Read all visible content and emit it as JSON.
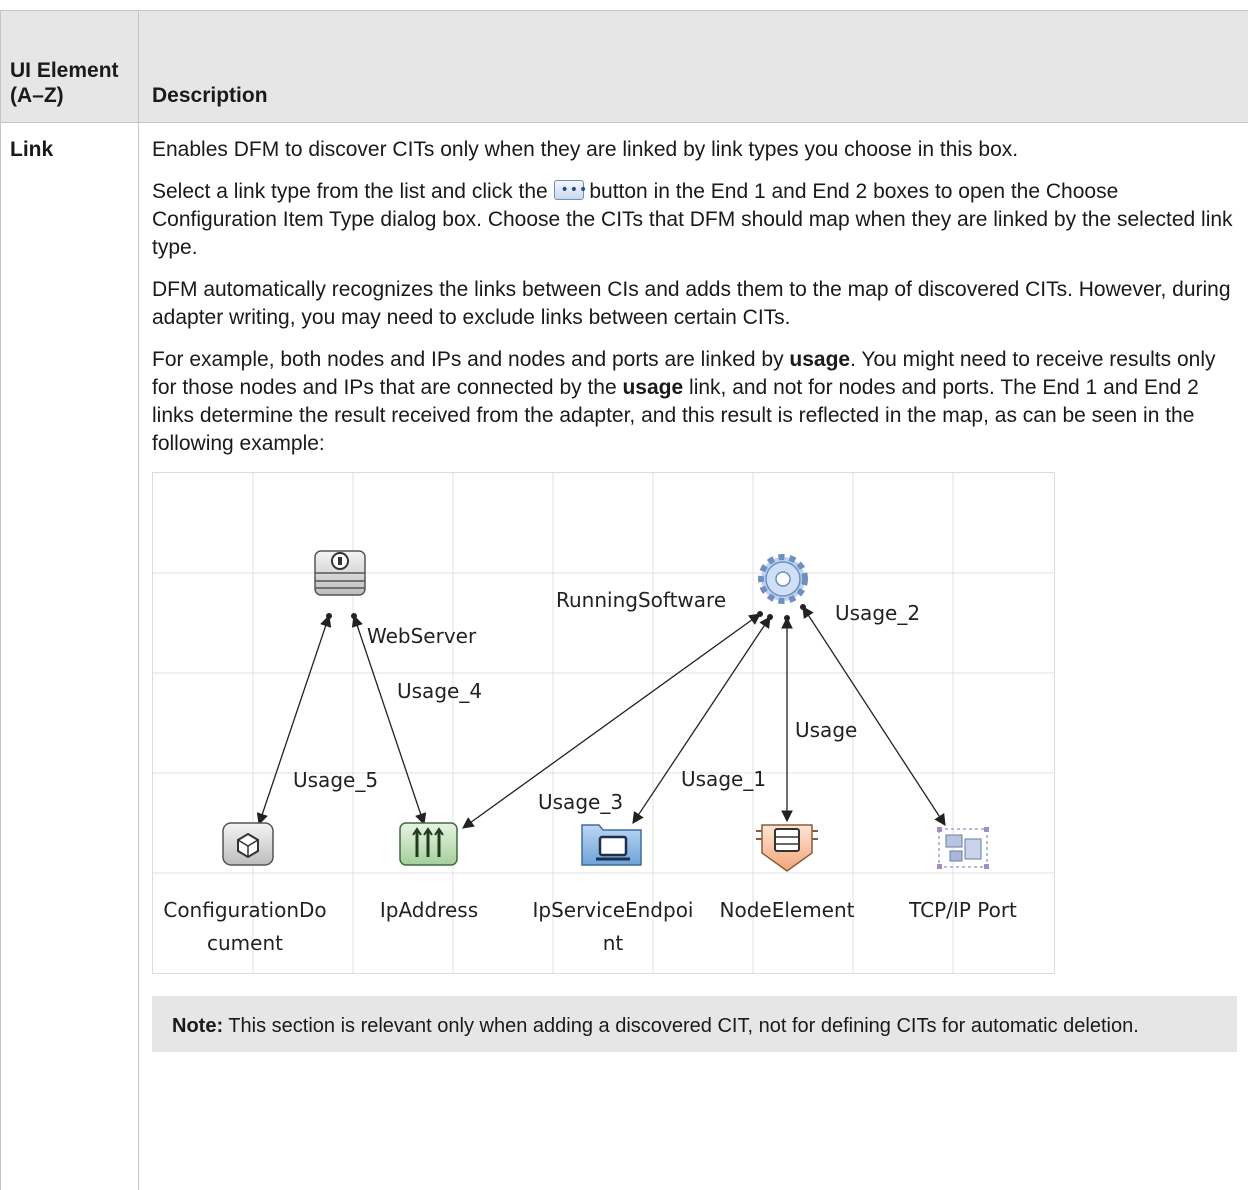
{
  "table": {
    "header": {
      "col1": "UI Element (A–Z)",
      "col2": "Description"
    },
    "row": {
      "element": "Link",
      "paragraphs": {
        "p1": "Enables DFM to discover CITs only when they are linked by link types you choose in this box.",
        "p2_before": "Select a link type from the list and click the ",
        "p2_after": " button in the End 1 and End 2 boxes to open the Choose Configuration Item Type dialog box. Choose the CITs that DFM should map when they are linked by the selected link type.",
        "p3": "DFM automatically recognizes the links between CIs and adds them to the map of discovered CITs. However, during adapter writing, you may need to exclude links between certain CITs.",
        "p4_a": "For example, both nodes and IPs and nodes and ports are linked by ",
        "p4_b": "usage",
        "p4_c": ". You might need to receive results only for those nodes and IPs that are connected by the ",
        "p4_d": "usage",
        "p4_e": " link, and not for nodes and ports. The End 1 and End 2 links determine the result received from the adapter, and this result is reflected in the map, as can be seen in the following example:"
      },
      "note": {
        "label": "Note:",
        "text": " This section is relevant only when adding a discovered CIT, not for defining CITs for automatic deletion."
      }
    }
  },
  "diagram": {
    "nodes": {
      "config_doc_line1": "ConfigurationDo",
      "config_doc_line2": "cument",
      "ip_address": "IpAddress",
      "ip_service_line1": "IpServiceEndpoi",
      "ip_service_line2": "nt",
      "node_element": "NodeElement",
      "tcp_port": "TCP/IP Port"
    },
    "links": {
      "web_server": "WebServer",
      "running_software": "RunningSoftware",
      "usage": "Usage",
      "usage_1": "Usage_1",
      "usage_2": "Usage_2",
      "usage_3": "Usage_3",
      "usage_4": "Usage_4",
      "usage_5": "Usage_5"
    }
  }
}
